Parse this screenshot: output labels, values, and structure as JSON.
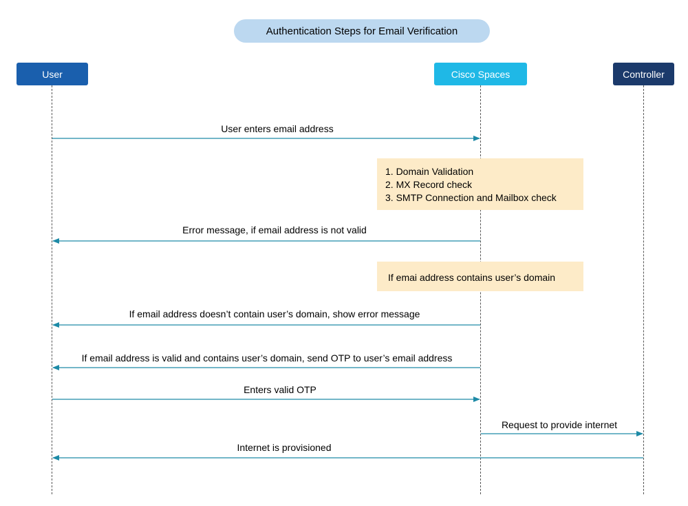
{
  "title": "Authentication Steps for Email Verification",
  "actors": {
    "user": {
      "label": "User",
      "color": "#1a5fad"
    },
    "spaces": {
      "label": "Cisco Spaces",
      "color": "#1fb8e6"
    },
    "controller": {
      "label": "Controller",
      "color": "#1b3a6b"
    }
  },
  "colors": {
    "arrow": "#1d8aa6",
    "note_bg": "#fdebc8",
    "title_bg": "#bcd8f0"
  },
  "notes": {
    "checks": [
      "1. Domain Validation",
      "2. MX Record check",
      "3. SMTP Connection and Mailbox check"
    ],
    "domain_check": "If emai address contains user’s domain"
  },
  "messages": [
    {
      "text": "User enters email address",
      "from": "user",
      "to": "spaces"
    },
    {
      "text": "Error message, if email address is not valid",
      "from": "spaces",
      "to": "user"
    },
    {
      "text": "If email address doesn’t contain user’s domain, show error message",
      "from": "spaces",
      "to": "user"
    },
    {
      "text": "If email address is valid and contains user’s domain, send OTP to user’s email address",
      "from": "spaces",
      "to": "user"
    },
    {
      "text": "Enters valid OTP",
      "from": "user",
      "to": "spaces"
    },
    {
      "text": "Request to provide internet",
      "from": "spaces",
      "to": "controller"
    },
    {
      "text": "Internet is provisioned",
      "from": "controller",
      "to": "user"
    }
  ]
}
